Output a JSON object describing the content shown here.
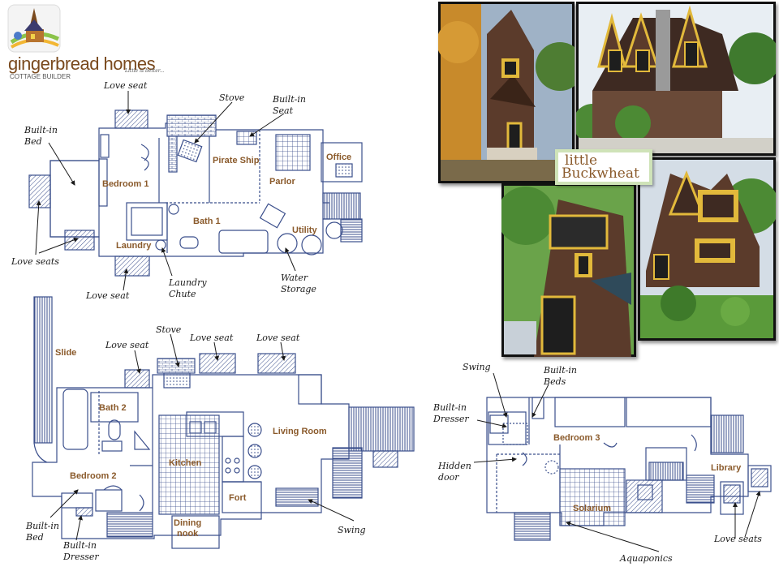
{
  "brand": {
    "name": "gingerbread homes",
    "subtitle": "COTTAGE BUILDER",
    "tagline": "Little is better..."
  },
  "project": {
    "title_line1": "little",
    "title_line2": "Buckwheat"
  },
  "colors": {
    "plan_line": "#3b4f8c",
    "room_label": "#8a5a2b",
    "annotation": "#1a1a1a",
    "title_border": "#cfe3b8"
  },
  "floor1": {
    "rooms": [
      "Bedroom 1",
      "Pirate Ship",
      "Parlor",
      "Office",
      "Bath 1",
      "Utility",
      "Laundry"
    ],
    "callouts": {
      "love_seat_top": "Love seat",
      "stove": "Stove",
      "builtin_seat": "Built-in Seat",
      "builtin_bed": "Built-in Bed",
      "love_seats": "Love seats",
      "love_seat_bottom": "Love seat",
      "laundry_chute": "Laundry Chute",
      "water_storage": "Water Storage"
    }
  },
  "floor2": {
    "rooms": [
      "Slide",
      "Bath 2",
      "Kitchen",
      "Living Room",
      "Bedroom 2",
      "Fort",
      "Dining nook"
    ],
    "callouts": {
      "love_seat_a": "Love seat",
      "stove": "Stove",
      "love_seat_b": "Love seat",
      "love_seat_c": "Love seat",
      "builtin_bed": "Built-in Bed",
      "builtin_dresser": "Built-in Dresser",
      "swing": "Swing"
    }
  },
  "floor3": {
    "rooms": [
      "Bedroom 3",
      "Library",
      "Solarium"
    ],
    "callouts": {
      "swing": "Swing",
      "builtin_beds": "Built-in Beds",
      "builtin_dresser": "Built-in Dresser",
      "hidden_door": "Hidden door",
      "love_seats": "Love seats",
      "aquaponics": "Aquaponics"
    }
  },
  "photos": [
    {
      "label": "exterior-photo-front"
    },
    {
      "label": "exterior-photo-side"
    },
    {
      "label": "exterior-photo-closeup"
    },
    {
      "label": "exterior-photo-garden"
    }
  ]
}
